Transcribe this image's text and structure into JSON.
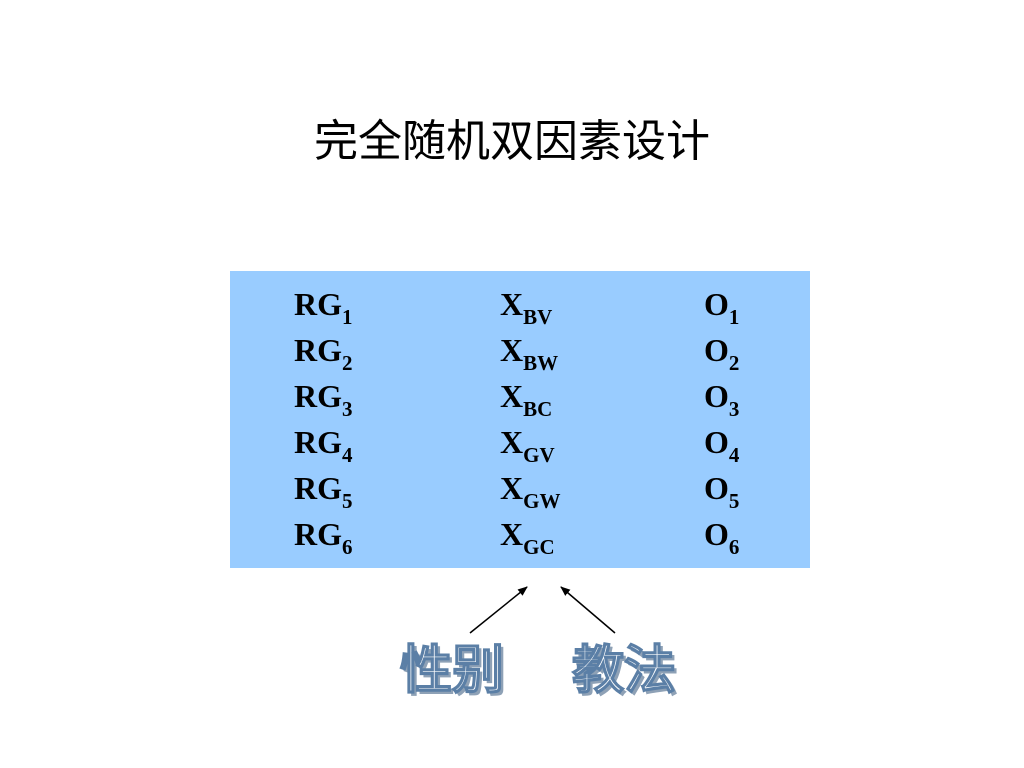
{
  "slide": {
    "title": "完全随机双因素设计"
  },
  "design_table": {
    "background_color": "#99CCFF",
    "rows": [
      {
        "group": "RG",
        "group_sub": "1",
        "treatment": "X",
        "treatment_sub": "BV",
        "observation": "O",
        "observation_sub": "1"
      },
      {
        "group": "RG",
        "group_sub": "2",
        "treatment": "X",
        "treatment_sub": "BW",
        "observation": "O",
        "observation_sub": "2"
      },
      {
        "group": "RG",
        "group_sub": "3",
        "treatment": "X",
        "treatment_sub": "BC",
        "observation": "O",
        "observation_sub": "3"
      },
      {
        "group": "RG",
        "group_sub": "4",
        "treatment": "X",
        "treatment_sub": "GV",
        "observation": "O",
        "observation_sub": "4"
      },
      {
        "group": "RG",
        "group_sub": "5",
        "treatment": "X",
        "treatment_sub": "GW",
        "observation": "O",
        "observation_sub": "5"
      },
      {
        "group": "RG",
        "group_sub": "6",
        "treatment": "X",
        "treatment_sub": "GC",
        "observation": "O",
        "observation_sub": "6"
      }
    ]
  },
  "factors": {
    "factor_1": "性别",
    "factor_2": "教法",
    "label_fill_color": "#FFFFFF",
    "label_outline_color": "#5B7FA6"
  }
}
